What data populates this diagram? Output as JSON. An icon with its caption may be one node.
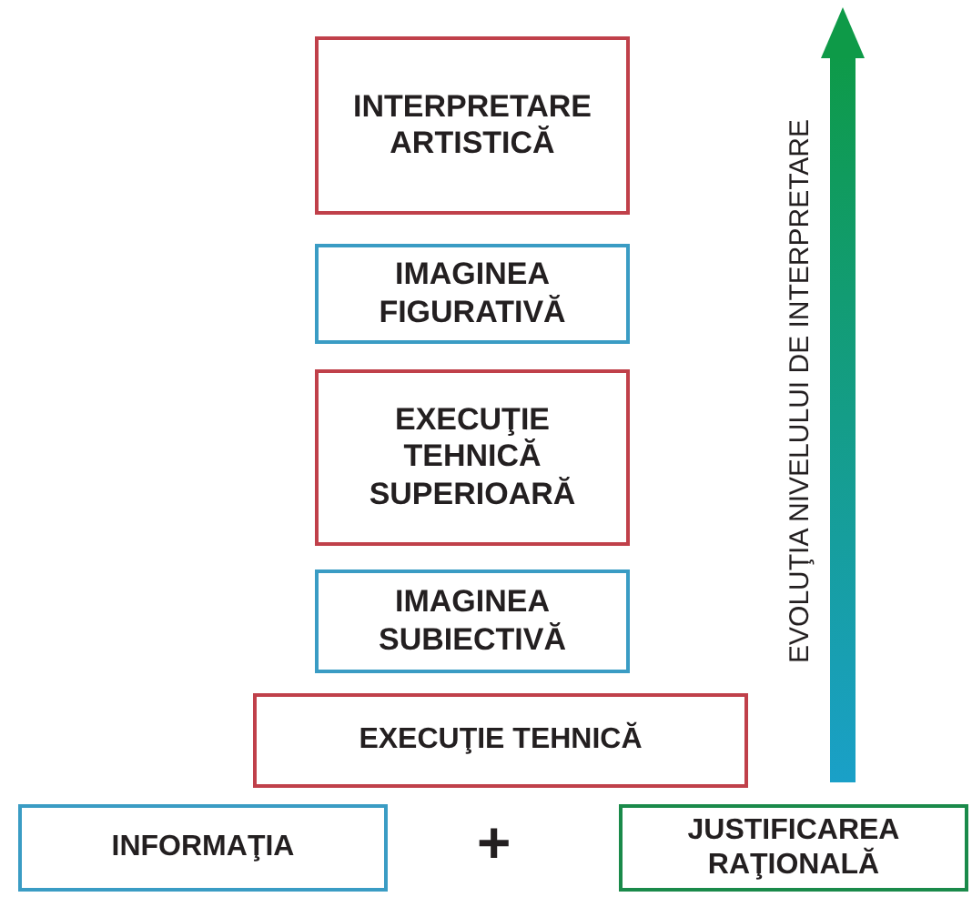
{
  "diagram": {
    "nodes": [
      {
        "text": [
          "INTERPRETARE ARTISTICĂ"
        ]
      },
      {
        "text": [
          "IMAGINEA FIGURATIVĂ"
        ]
      },
      {
        "text": [
          "EXECUŢIE TEHNICĂ SUPERIOARĂ"
        ]
      },
      {
        "text": [
          "IMAGINEA SUBIECTIVĂ"
        ]
      },
      {
        "text": [
          "EXECUŢIE TEHNICĂ"
        ]
      },
      {
        "text": [
          "INFORMAŢIA"
        ]
      },
      {
        "text": [
          "JUSTIFICAREA RAŢIONALĂ"
        ]
      }
    ],
    "labels": [
      "+",
      "EVOLUŢIA NIVELULUI DE INTERPRETARE"
    ]
  }
}
